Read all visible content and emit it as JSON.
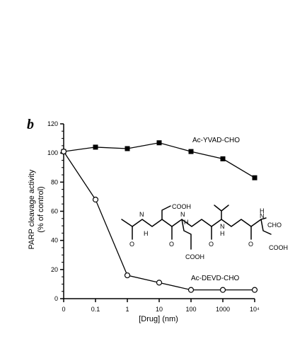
{
  "panel_label": "b",
  "chart_data": {
    "type": "line",
    "xlabel": "[Drug] (nm)",
    "ylabel_lines": [
      "PARP cleavage activity",
      "(% of control)"
    ],
    "x_ticks": [
      "0",
      "0.1",
      "1",
      "10",
      "100",
      "1000",
      "10⁴"
    ],
    "y_ticks": [
      0,
      20,
      40,
      60,
      80,
      100,
      120
    ],
    "ylim": [
      0,
      120
    ],
    "grid": false,
    "series": [
      {
        "name": "Ac-YVAD-CHO",
        "marker": "filled-square",
        "values": [
          101,
          104,
          103,
          107,
          101,
          96,
          83
        ]
      },
      {
        "name": "Ac-DEVD-CHO",
        "marker": "open-circle",
        "values": [
          101,
          68,
          16,
          11,
          6,
          6,
          6
        ]
      }
    ]
  },
  "structure_labels": {
    "o": "O",
    "h": "H",
    "n": "N",
    "cooh": "COOH",
    "cho": "CHO"
  }
}
